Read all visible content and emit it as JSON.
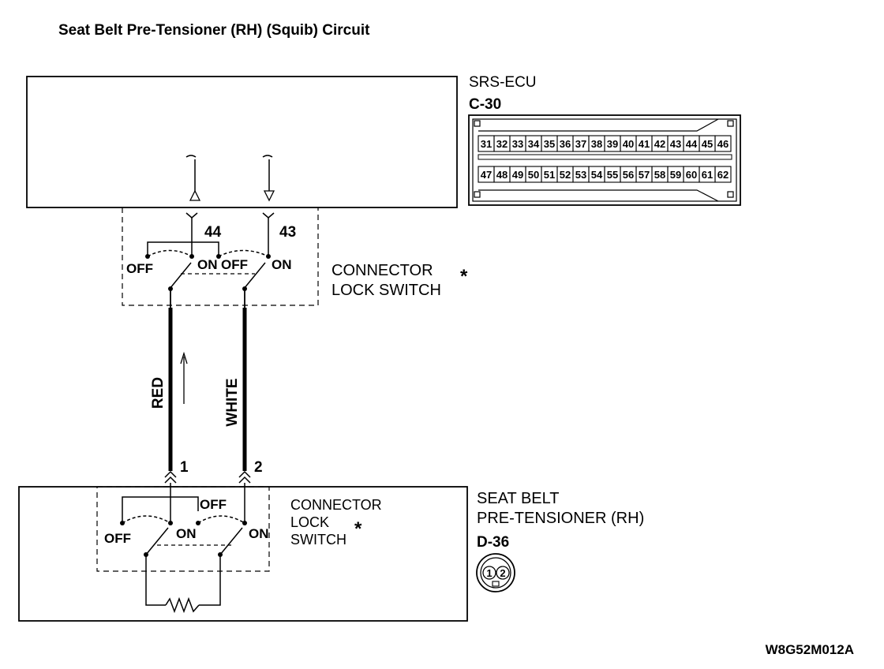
{
  "title": "Seat Belt Pre-Tensioner (RH) (Squib) Circuit",
  "ecu": {
    "name": "SRS-ECU",
    "connector": "C-30",
    "pins_top": [
      "31",
      "32",
      "33",
      "34",
      "35",
      "36",
      "37",
      "38",
      "39",
      "40",
      "41",
      "42",
      "43",
      "44",
      "45",
      "46"
    ],
    "pins_bottom": [
      "47",
      "48",
      "49",
      "50",
      "51",
      "52",
      "53",
      "54",
      "55",
      "56",
      "57",
      "58",
      "59",
      "60",
      "61",
      "62"
    ],
    "pin_a": "44",
    "pin_b": "43"
  },
  "upper_switch": {
    "off_a": "OFF",
    "on_a": "ON",
    "off_b": "OFF",
    "on_b": "ON",
    "label_line1": "CONNECTOR",
    "label_line2": "LOCK SWITCH",
    "asterisk": "*"
  },
  "wires": {
    "left_color": "RED",
    "right_color": "WHITE"
  },
  "pretensioner": {
    "name_line1": "SEAT BELT",
    "name_line2": "PRE-TENSIONER (RH)",
    "connector": "D-36",
    "pin_1": "1",
    "pin_2": "2",
    "connector_pins": [
      "1",
      "2"
    ]
  },
  "lower_switch": {
    "off_top": "OFF",
    "off_left": "OFF",
    "on_a": "ON",
    "on_b": "ON",
    "label_line1": "CONNECTOR",
    "label_line2": "LOCK",
    "label_line3": "SWITCH",
    "asterisk": "*"
  },
  "figure_code": "W8G52M012A"
}
